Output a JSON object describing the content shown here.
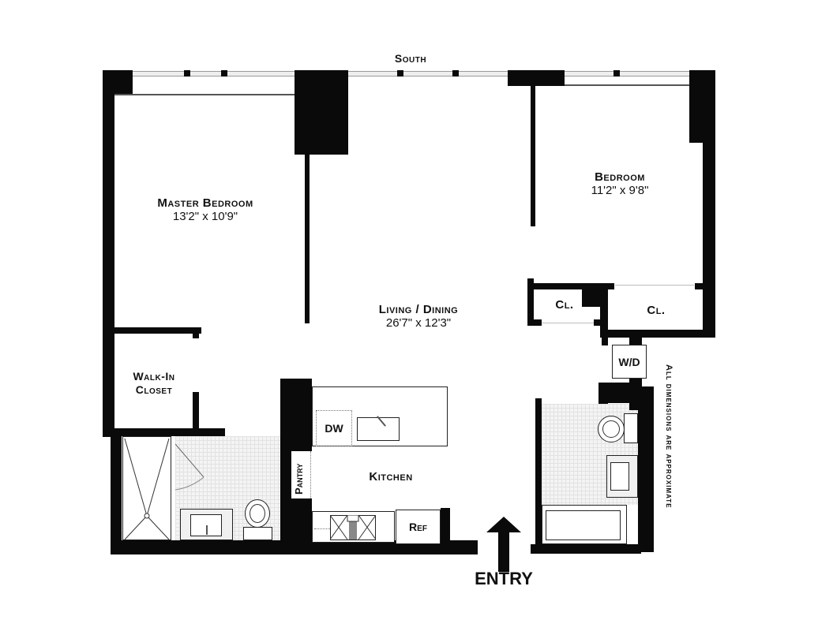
{
  "orientation": {
    "label": "South"
  },
  "rooms": {
    "master_bedroom": {
      "name": "Master Bedroom",
      "dimensions": "13'2\"  x  10'9\""
    },
    "bedroom": {
      "name": "Bedroom",
      "dimensions": "11'2\"  x  9'8\""
    },
    "living_dining": {
      "name": "Living / Dining",
      "dimensions": "26'7\"  x  12'3\""
    },
    "walk_in_closet": {
      "name_line1": "Walk-In",
      "name_line2": "Closet"
    },
    "kitchen": {
      "name": "Kitchen"
    },
    "pantry": {
      "name": "Pantry"
    },
    "closet_1": {
      "name": "Cl."
    },
    "closet_2": {
      "name": "Cl."
    }
  },
  "fixtures": {
    "dishwasher": "DW",
    "refrigerator": "Ref",
    "washer_dryer": "W/D"
  },
  "entry": {
    "label": "ENTRY"
  },
  "note": {
    "text": "All dimensions are approximate"
  }
}
